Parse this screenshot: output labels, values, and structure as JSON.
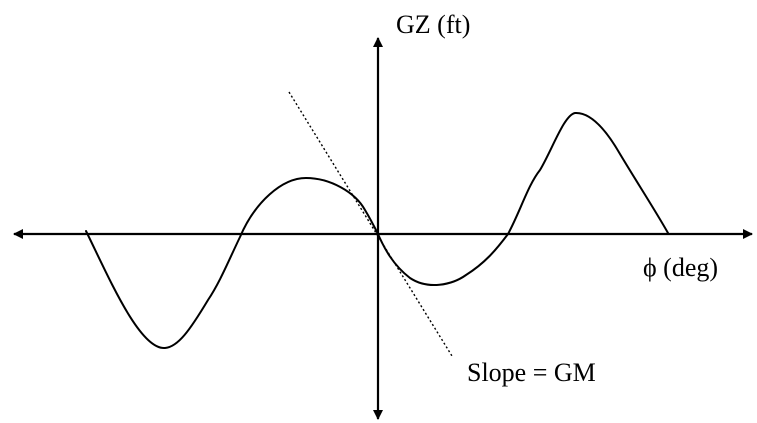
{
  "labels": {
    "y_axis": "GZ (ft)",
    "x_axis": "ϕ (deg)",
    "annotation": "Slope = GM"
  },
  "colors": {
    "stroke": "#000000",
    "background": "#ffffff"
  },
  "marks": {
    "axes": "bidirectional arrows",
    "curve": "solid",
    "tangent_line": "dotted"
  }
}
